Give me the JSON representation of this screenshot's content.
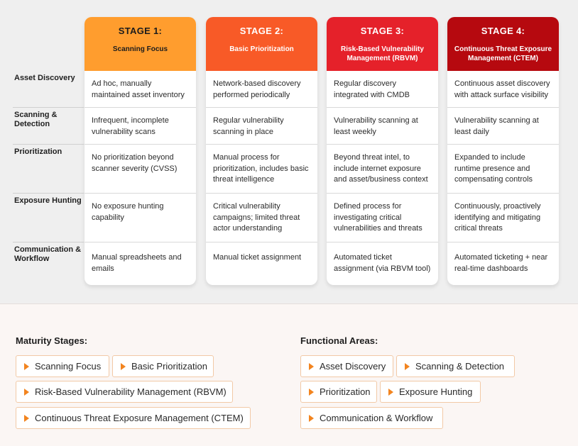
{
  "stages": [
    {
      "title": "STAGE 1:",
      "subtitle": "Scanning Focus",
      "bg": "#ff9d2e",
      "fg": "#1c1c1c"
    },
    {
      "title": "STAGE 2:",
      "subtitle": "Basic Prioritization",
      "bg": "#f85a27",
      "fg": "#ffffff"
    },
    {
      "title": "STAGE 3:",
      "subtitle": "Risk-Based Vulnerability Management (RBVM)",
      "bg": "#e5212a",
      "fg": "#ffffff"
    },
    {
      "title": "STAGE 4:",
      "subtitle": "Continuous Threat Exposure Management (CTEM)",
      "bg": "#b6090f",
      "fg": "#ffffff"
    }
  ],
  "rows": [
    {
      "label": "Asset Discovery",
      "cells": [
        "Ad hoc, manually maintained asset inventory",
        "Network-based discovery performed periodically",
        "Regular discovery integrated with CMDB",
        "Continuous asset discovery with attack surface visibility"
      ]
    },
    {
      "label": "Scanning & Detection",
      "cells": [
        "Infrequent, incomplete vulnerability scans",
        "Regular vulnerability scanning in place",
        "Vulnerability scanning at least weekly",
        "Vulnerability scanning at least daily"
      ]
    },
    {
      "label": "Prioritization",
      "cells": [
        "No prioritization beyond scanner severity (CVSS)",
        "Manual process for prioritization, includes basic threat intelligence",
        "Beyond threat intel, to include internet exposure and asset/business context",
        "Expanded to include runtime presence and compensating controls"
      ]
    },
    {
      "label": "Exposure Hunting",
      "cells": [
        "No exposure hunting capability",
        "Critical vulnerability campaigns; limited threat actor understanding",
        "Defined process for investigating critical vulnerabilities and threats",
        "Continuously, proactively identifying and mitigating critical threats"
      ]
    },
    {
      "label": "Communication & Workflow",
      "cells": [
        "Manual spreadsheets and emails",
        "Manual ticket assignment",
        "Automated ticket assignment (via RBVM tool)",
        "Automated ticketing + near real-time dashboards"
      ]
    }
  ],
  "legend": {
    "maturity_heading": "Maturity Stages:",
    "maturity_items": [
      "Scanning Focus",
      "Basic Prioritization",
      "Risk-Based Vulnerability Management (RBVM)",
      "Continuous Threat Exposure Management (CTEM)"
    ],
    "functional_heading": "Functional Areas:",
    "functional_items": [
      "Asset Discovery",
      "Scanning & Detection",
      "Prioritization",
      "Exposure Hunting",
      "Communication & Workflow"
    ]
  },
  "colors": {
    "accent": "#f2841f",
    "chip_border": "#f2c9a6"
  }
}
